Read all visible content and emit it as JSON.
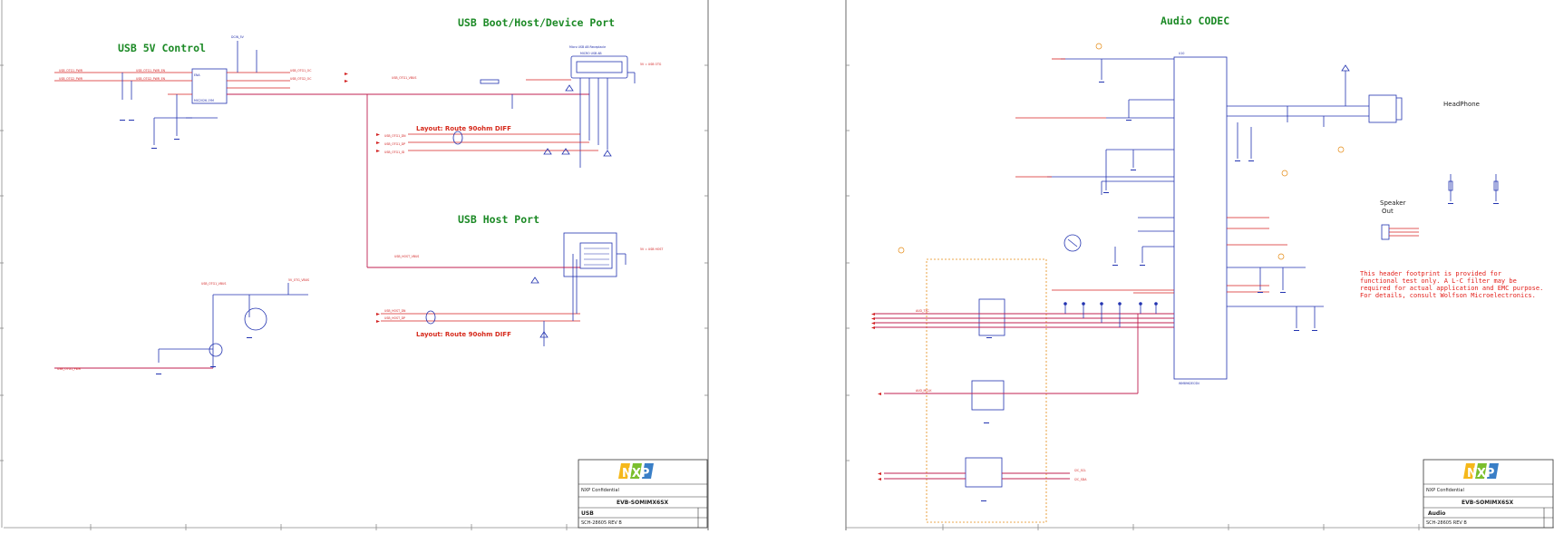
{
  "left_sheet": {
    "titles": {
      "usb_5v_control": "USB 5V Control",
      "boot_port": "USB Boot/Host/Device Port",
      "host_port": "USB Host Port"
    },
    "layout_notes": {
      "route1": "Layout: Route 90ohm DIFF",
      "route2": "Layout: Route 90ohm DIFF"
    },
    "connector_label": "MICRO USB AB",
    "title_block": {
      "board": "EVB-SOMIMX6SX",
      "page": "USB",
      "logo": "NXP"
    }
  },
  "right_sheet": {
    "titles": {
      "audio_codec": "Audio CODEC"
    },
    "labels": {
      "headphone": "HeadPhone",
      "speaker_out_1": "Speaker",
      "speaker_out_2": "Out"
    },
    "header_note": [
      "This header footprint is provided for",
      "functional test only. A L-C filter may be",
      "required for actual application and EMC purpose.",
      "For details, consult Wolfson Microelectronics."
    ],
    "title_block": {
      "board": "EVB-SOMIMX6SX",
      "page": "Audio",
      "logo": "NXP"
    }
  },
  "colors": {
    "title_green": "#1c8a26",
    "net_red": "#d21f1f",
    "wire_maroon": "#c02050",
    "component_blue": "#2233b0",
    "orange_box": "#e58a12",
    "nxp_yellow": "#f5b81b",
    "nxp_green": "#7bbf2e",
    "nxp_blue": "#3a7fc7"
  }
}
